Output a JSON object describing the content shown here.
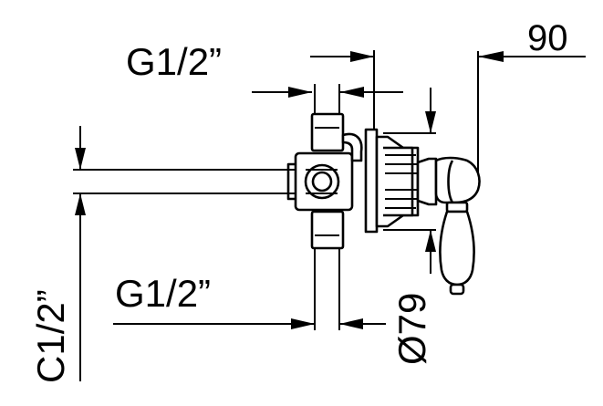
{
  "labels": {
    "dim_90": "90",
    "dim_g_top": "G1/2”",
    "dim_g_bottom": "G1/2”",
    "dim_diameter": "Ø79",
    "dim_c_side": "C1/2”"
  }
}
